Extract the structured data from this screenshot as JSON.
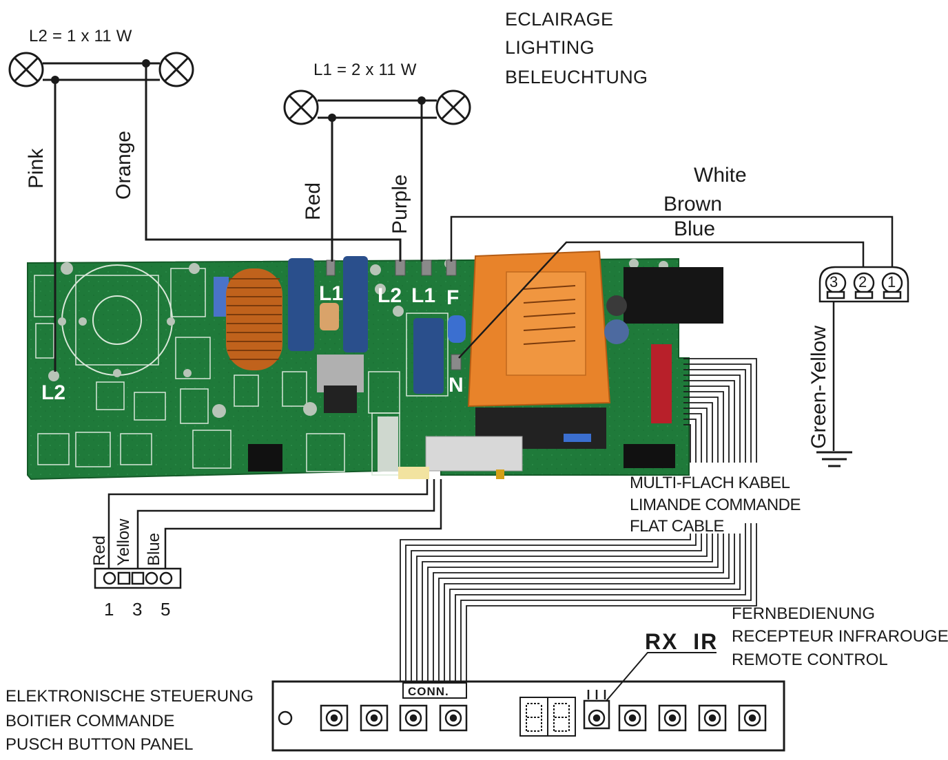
{
  "lighting": {
    "headings": [
      "ECLAIRAGE",
      "LIGHTING",
      "BELEUCHTUNG"
    ],
    "lamp_l2_label": "L2 = 1 x 11 W",
    "lamp_l1_label": "L1 = 2 x 11 W"
  },
  "wires": {
    "pink": "Pink",
    "orange": "Orange",
    "red": "Red",
    "purple": "Purple",
    "white": "White",
    "brown": "Brown",
    "blue": "Blue",
    "green_yellow": "Green-Yellow"
  },
  "terminals": {
    "l1_left": "L1",
    "l2_mid": "L2",
    "l1_right": "L1",
    "f": "F",
    "n": "N",
    "l2_left": "L2"
  },
  "mains_block": {
    "pins": [
      "3",
      "2",
      "1"
    ]
  },
  "flat_cable": {
    "lines": [
      "MULTI-FLACH KABEL",
      "LIMANDE COMMANDE",
      "FLAT CABLE"
    ]
  },
  "small_connector": {
    "wires": [
      "Red",
      "Yellow",
      "Blue"
    ],
    "pins": [
      "1",
      "3",
      "5"
    ]
  },
  "remote": {
    "lines": [
      "FERNBEDIENUNG",
      "RECEPTEUR INFRAROUGE",
      "REMOTE CONTROL"
    ],
    "rx_label": "RX  IR"
  },
  "panel": {
    "lines": [
      "ELEKTRONISCHE STEUERUNG",
      "BOITIER COMMANDE",
      "PUSCH BUTTON PANEL"
    ],
    "conn_label": "CONN."
  },
  "colors": {
    "pcb_green": "#1f7a3a",
    "transformer_orange": "#e8832a",
    "coil_copper": "#c0621c",
    "capacitor_blue": "#2a4f8c",
    "wire": "#1a1a1a"
  }
}
